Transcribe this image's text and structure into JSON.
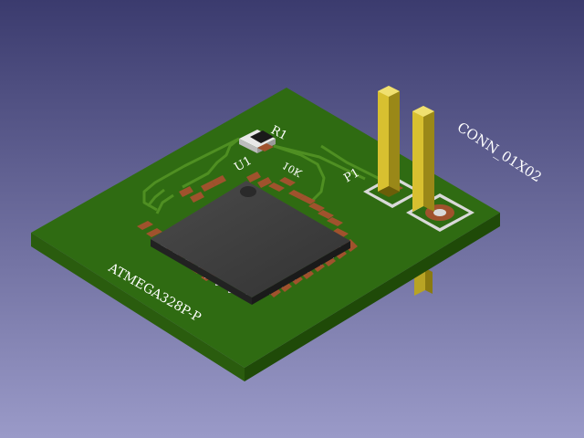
{
  "viewer": {
    "background_top": "#3b3b6e",
    "background_bottom": "#9a9ac8"
  },
  "board": {
    "pcb_color": "#2f6b12",
    "pcb_side_color": "#23520c",
    "trace_color": "#4f8f22",
    "pad_color": "#a0522d",
    "pin_color": "#d8c030",
    "chip_color": "#3a3a3a",
    "labels": {
      "r1_ref": "R1",
      "r1_value": "10K",
      "u1_ref": "U1",
      "u1_value": "ATMEGA328P-P",
      "p1_ref": "P1",
      "p1_value": "CONN_01X02"
    }
  }
}
